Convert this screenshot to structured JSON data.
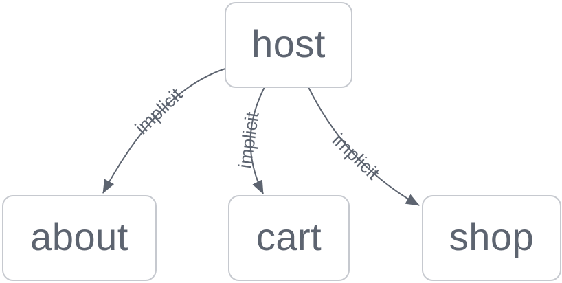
{
  "diagram": {
    "background_color": "#ffffff",
    "node_fill_color": "#ffffff",
    "node_border_color": "#c6c9cf",
    "text_color": "#5d6470",
    "edge_color": "#5d6470",
    "nodes": [
      {
        "id": "host",
        "label": "host"
      },
      {
        "id": "about",
        "label": "about"
      },
      {
        "id": "cart",
        "label": "cart"
      },
      {
        "id": "shop",
        "label": "shop"
      }
    ],
    "edges": [
      {
        "from": "host",
        "to": "about",
        "label": "implicit"
      },
      {
        "from": "host",
        "to": "cart",
        "label": "implicit"
      },
      {
        "from": "host",
        "to": "shop",
        "label": "implicit"
      }
    ]
  }
}
